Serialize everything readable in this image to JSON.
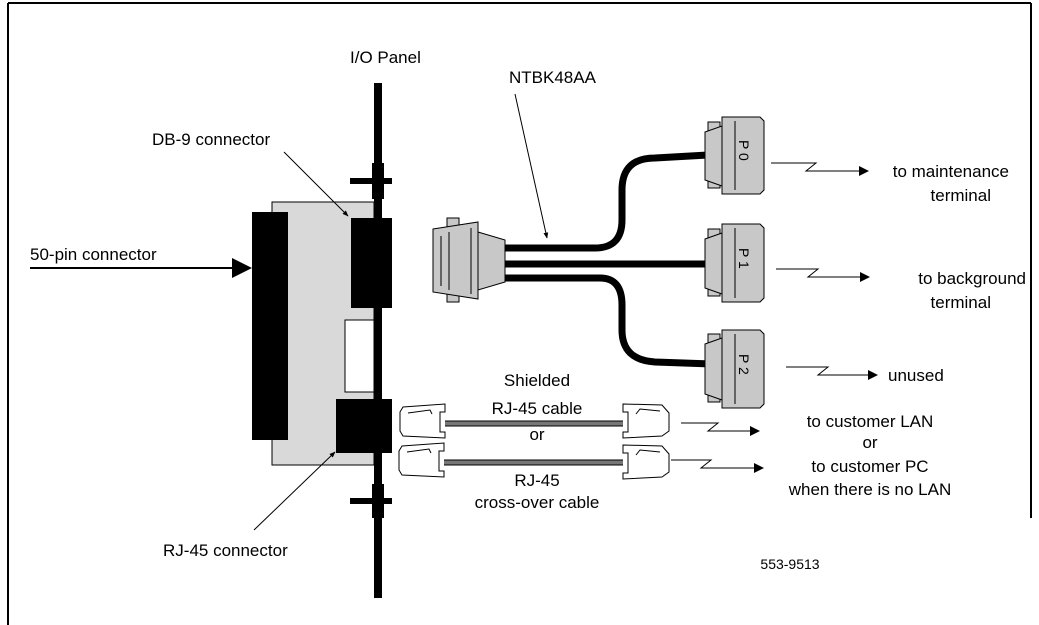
{
  "labels": {
    "io_panel": "I/O Panel",
    "db9_connector": "DB-9 connector",
    "pin50_connector": "50-pin connector",
    "rj45_connector": "RJ-45 connector",
    "cable_part": "NTBK48AA",
    "port_p0": "P 0",
    "port_p1": "P 1",
    "port_p2": "P 2",
    "to_maintenance_1": "to maintenance",
    "to_maintenance_2": "terminal",
    "to_background_1": "to background",
    "to_background_2": "terminal",
    "unused": "unused",
    "shielded": "Shielded",
    "rj45_cable": "RJ-45 cable",
    "or_between": "or",
    "rj45_2": "RJ-45",
    "crossover_cable": "cross-over  cable",
    "to_customer_lan": "to customer LAN",
    "or_dest": "or",
    "to_customer_pc": "to customer PC",
    "when_no_lan": "when there is no LAN",
    "figure_id": "553-9513"
  },
  "colors": {
    "background": "#ffffff",
    "card_fill": "#d9d9d9",
    "connector_fill": "#000000",
    "plug_fill": "#c8c8c8",
    "cable_gray": "#777777",
    "line": "#000000"
  }
}
